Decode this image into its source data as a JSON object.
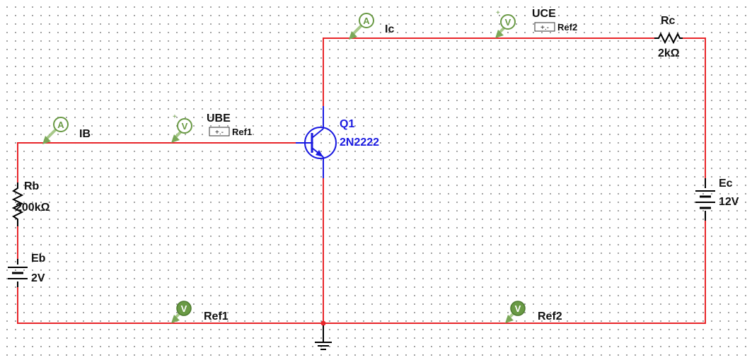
{
  "labels": {
    "ib": "IB",
    "ube": "UBE",
    "ic": "Ic",
    "uce": "UCE",
    "rb_name": "Rb",
    "rb_value": "200kΩ",
    "eb_name": "Eb",
    "eb_value": "2V",
    "q1_name": "Q1",
    "q1_model": "2N2222",
    "rc_name": "Rc",
    "rc_value": "2kΩ",
    "ec_name": "Ec",
    "ec_value": "12V",
    "ref1_box": "Ref1",
    "ref2_box": "Ref2",
    "ref1_probe": "Ref1",
    "ref2_probe": "Ref2"
  },
  "probes": {
    "ammeter_letter": "A",
    "voltmeter_letter": "V",
    "box_sign": "+.-",
    "plus": "+"
  },
  "colors": {
    "wire": "#e8262a",
    "transistor": "#1a1ae0",
    "probe": "#6a9a45"
  }
}
